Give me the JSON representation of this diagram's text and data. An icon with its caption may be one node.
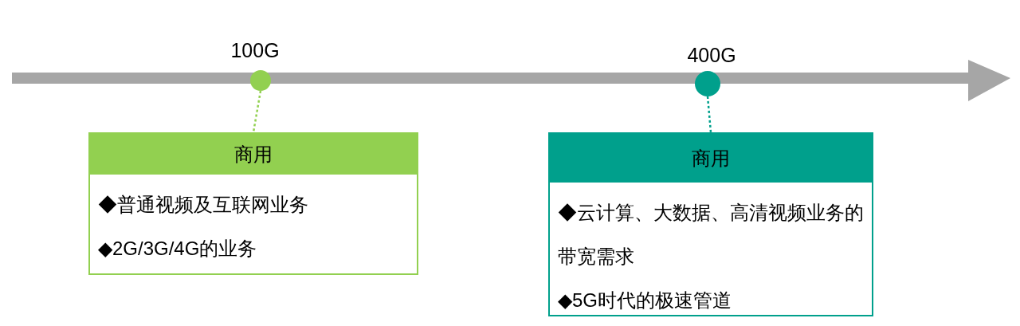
{
  "diagram": {
    "nodes": [
      {
        "text": [],
        "shape": "circle",
        "beside": [
          "100G"
        ]
      },
      {
        "text": [
          "商用",
          "◆普通视频及互联网业务",
          "◆2G/3G/4G的业务"
        ]
      },
      {
        "text": [],
        "shape": "circle",
        "beside": [
          "400G"
        ]
      },
      {
        "text": [
          "商用",
          "◆云计算、大数据、高清视频业务的带宽需求",
          "◆5G时代的极速管道"
        ]
      }
    ],
    "edges": [
      {
        "from": 0,
        "to": 1,
        "arrow": "none",
        "style": "dashed",
        "color": "#92d050"
      },
      {
        "from": 2,
        "to": 3,
        "arrow": "none",
        "style": "dashed",
        "color": "#00a08c"
      }
    ]
  }
}
